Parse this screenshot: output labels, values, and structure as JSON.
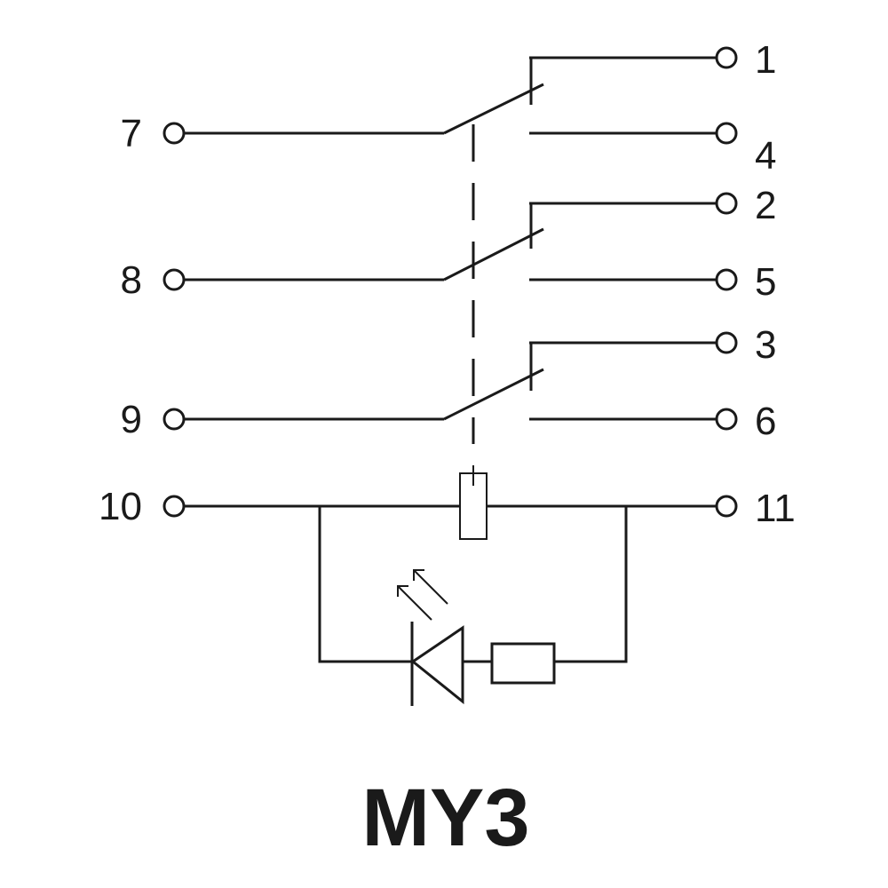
{
  "title": "MY3",
  "terminals": {
    "t1": "1",
    "t2": "2",
    "t3": "3",
    "t4": "4",
    "t5": "5",
    "t6": "6",
    "t7": "7",
    "t8": "8",
    "t9": "9",
    "t10": "10",
    "t11": "11"
  },
  "colors": {
    "ink": "#1a1a1a",
    "background": "#ffffff"
  }
}
